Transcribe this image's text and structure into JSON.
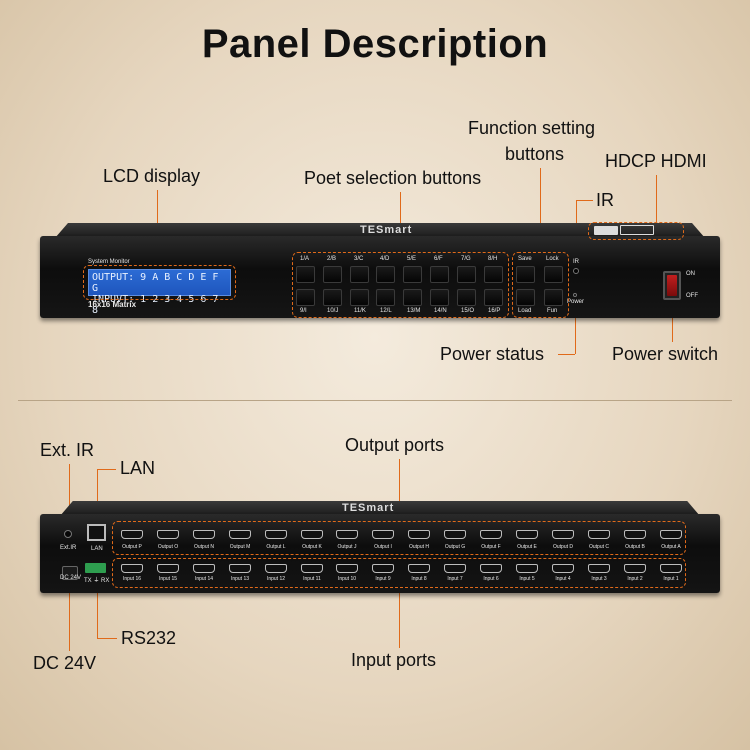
{
  "title": "Panel Description",
  "front": {
    "labels": {
      "lcd": "LCD display",
      "port_selection": "Poet selection buttons",
      "function_line1": "Function setting",
      "function_line2": "buttons",
      "hdcp": "HDCP HDMI",
      "ir": "IR",
      "power_status": "Power status",
      "power_switch": "Power switch"
    },
    "device": {
      "brand": "TESmart",
      "system_monitor": "System Monitor",
      "lcd_line1": "OUTPUT: 9 A B C D E F G",
      "lcd_line2": "INPUVT: 1 2 3 4 5 6 7 8",
      "model": "16x16 Matrix",
      "top_buttons": [
        "1/A",
        "2/B",
        "3/C",
        "4/D",
        "5/E",
        "6/F",
        "7/G",
        "8/H"
      ],
      "bottom_buttons": [
        "9/I",
        "10/J",
        "11/K",
        "12/L",
        "13/M",
        "14/N",
        "15/O",
        "16/P"
      ],
      "func_top": [
        "Save",
        "Lock"
      ],
      "func_bottom": [
        "Load",
        "Fun"
      ],
      "ir_label": "IR",
      "power_label": "Power",
      "on": "ON",
      "off": "OFF"
    }
  },
  "back": {
    "labels": {
      "ext_ir": "Ext. IR",
      "lan": "LAN",
      "output_ports": "Output ports",
      "rs232": "RS232",
      "dc24v": "DC 24V",
      "input_ports": "Input ports"
    },
    "device": {
      "ext_ir": "Ext.IR",
      "lan": "LAN",
      "dc": "DC 24V",
      "txrx": "TX ⏚ RX",
      "outputs": [
        "Output P",
        "Output O",
        "Output N",
        "Output M",
        "Output L",
        "Output K",
        "Output J",
        "Output I",
        "Output H",
        "Output G",
        "Output F",
        "Output E",
        "Output D",
        "Output C",
        "Output B",
        "Output A"
      ],
      "inputs": [
        "Input 16",
        "Input 15",
        "Input 14",
        "Input 13",
        "Input 12",
        "Input 11",
        "Input 10",
        "Input 9",
        "Input 8",
        "Input 7",
        "Input 6",
        "Input 5",
        "Input 4",
        "Input 3",
        "Input 2",
        "Input 1"
      ]
    }
  },
  "colors": {
    "accent": "#e06a1a",
    "lcd": "#2060c8",
    "switch": "#c21f1f",
    "rs232": "#2e9e4f"
  }
}
